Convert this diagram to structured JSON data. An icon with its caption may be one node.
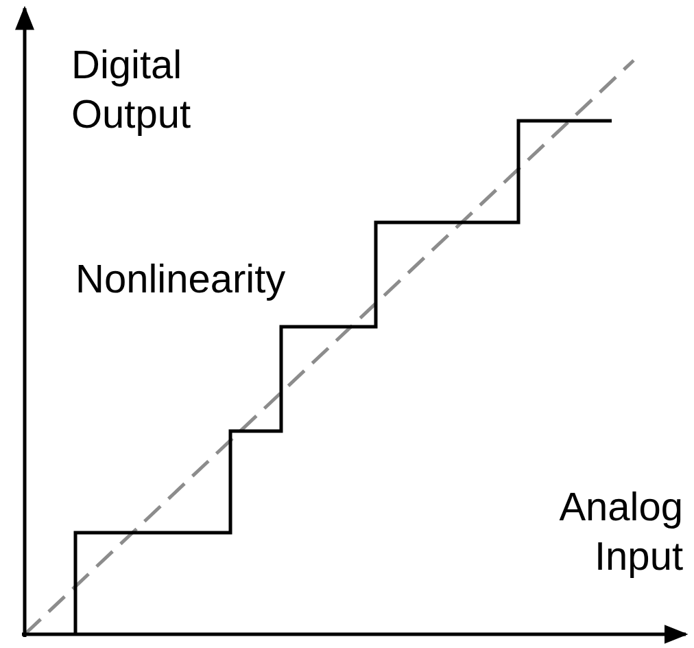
{
  "diagram": {
    "labels": [
      "Digital Output",
      "Nonlinearity",
      "Analog Input"
    ]
  }
}
